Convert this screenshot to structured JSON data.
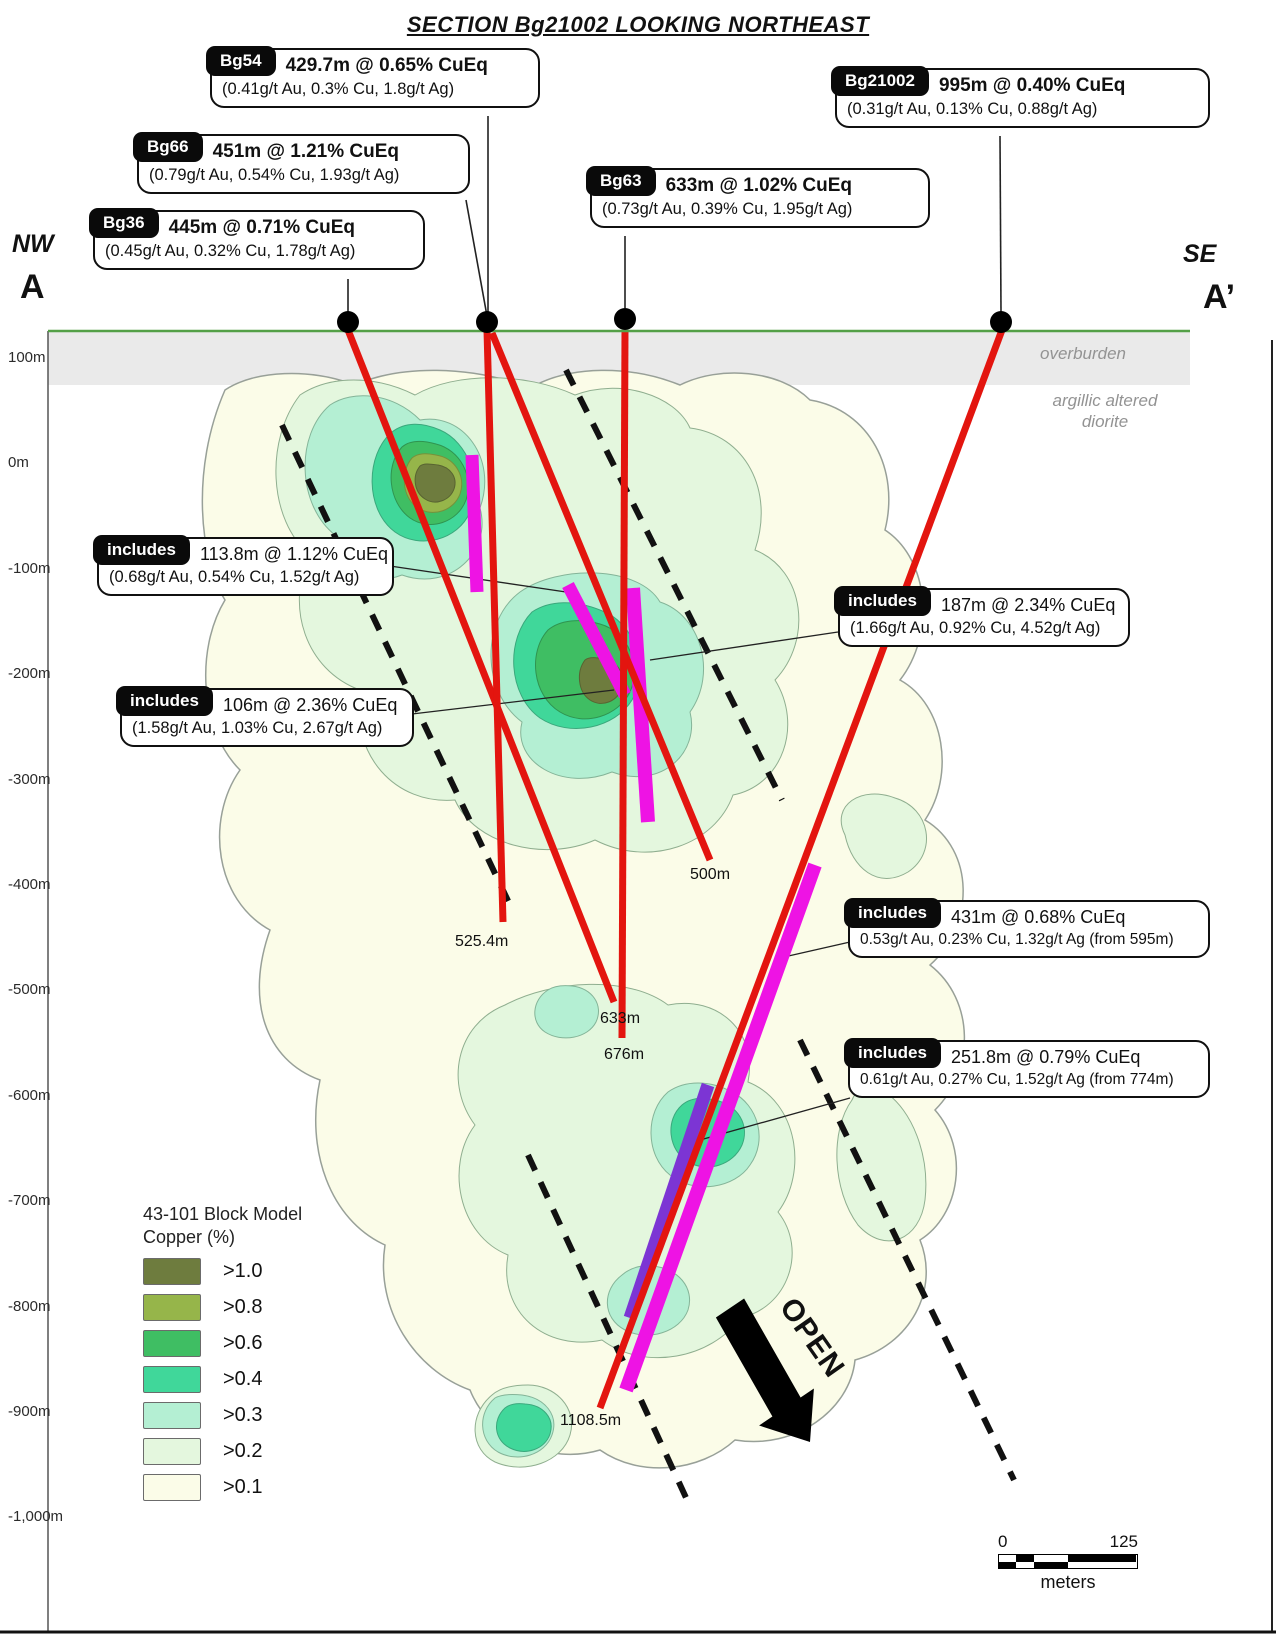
{
  "title": "SECTION Bg21002 LOOKING NORTHEAST",
  "orientation": {
    "left_dir": "NW",
    "left_letter": "A",
    "right_dir": "SE",
    "right_letter": "A’"
  },
  "geology": {
    "overburden_label": "overburden",
    "diorite_label_line1": "argillic altered",
    "diorite_label_line2": "diorite"
  },
  "depth_axis": {
    "labels": [
      "100m",
      "0m",
      "-100m",
      "-200m",
      "-300m",
      "-400m",
      "-500m",
      "-600m",
      "-700m",
      "-800m",
      "-900m",
      "-1,000m"
    ]
  },
  "drill_callouts": [
    {
      "tag": "Bg54",
      "grade": "429.7m @ 0.65% CuEq",
      "detail": "(0.41g/t Au, 0.3% Cu, 1.8g/t Ag)"
    },
    {
      "tag": "Bg66",
      "grade": "451m @ 1.21% CuEq",
      "detail": "(0.79g/t Au, 0.54% Cu, 1.93g/t Ag)"
    },
    {
      "tag": "Bg36",
      "grade": "445m @ 0.71% CuEq",
      "detail": "(0.45g/t Au, 0.32% Cu, 1.78g/t Ag)"
    },
    {
      "tag": "Bg63",
      "grade": "633m @ 1.02% CuEq",
      "detail": "(0.73g/t Au, 0.39% Cu, 1.95g/t Ag)"
    },
    {
      "tag": "Bg21002",
      "grade": "995m @ 0.40% CuEq",
      "detail": "(0.31g/t Au, 0.13% Cu, 0.88g/t Ag)"
    }
  ],
  "include_callouts": [
    {
      "tag": "includes",
      "grade": "113.8m @ 1.12% CuEq",
      "detail": "(0.68g/t Au, 0.54% Cu, 1.52g/t Ag)"
    },
    {
      "tag": "includes",
      "grade": "106m @ 2.36% CuEq",
      "detail": "(1.58g/t Au, 1.03% Cu, 2.67g/t Ag)"
    },
    {
      "tag": "includes",
      "grade": "187m @ 2.34% CuEq",
      "detail": "(1.66g/t Au, 0.92% Cu, 4.52g/t Ag)"
    },
    {
      "tag": "includes",
      "grade": "431m @ 0.68% CuEq",
      "detail": "0.53g/t Au, 0.23% Cu, 1.32g/t Ag (from 595m)"
    },
    {
      "tag": "includes",
      "grade": "251.8m @ 0.79% CuEq",
      "detail": "0.61g/t Au, 0.27% Cu, 1.52g/t Ag (from 774m)"
    }
  ],
  "hole_end_labels": [
    "525.4m",
    "633m",
    "500m",
    "676m",
    "1108.5m"
  ],
  "open_label": "OPEN",
  "legend": {
    "title_line1": "43-101 Block Model",
    "title_line2": "Copper (%)",
    "items": [
      {
        "label": ">1.0",
        "color": "#6e7c3e"
      },
      {
        "label": ">0.8",
        "color": "#96b54a"
      },
      {
        "label": ">0.6",
        "color": "#3fbe63"
      },
      {
        "label": ">0.4",
        "color": "#40d79a"
      },
      {
        "label": ">0.3",
        "color": "#b4efd3"
      },
      {
        "label": ">0.2",
        "color": "#e4f7de"
      },
      {
        "label": ">0.1",
        "color": "#fbfce8"
      }
    ]
  },
  "scale_bar": {
    "start": "0",
    "end": "125",
    "unit": "meters"
  },
  "colors": {
    "drill_trace": "#e3150f",
    "intercept_magenta": "#ee13e4",
    "intercept_purple": "#7c35d4",
    "surface_green": "#54a047",
    "overburden_gray": "#eaeaea",
    "fault_dash": "#111111"
  }
}
